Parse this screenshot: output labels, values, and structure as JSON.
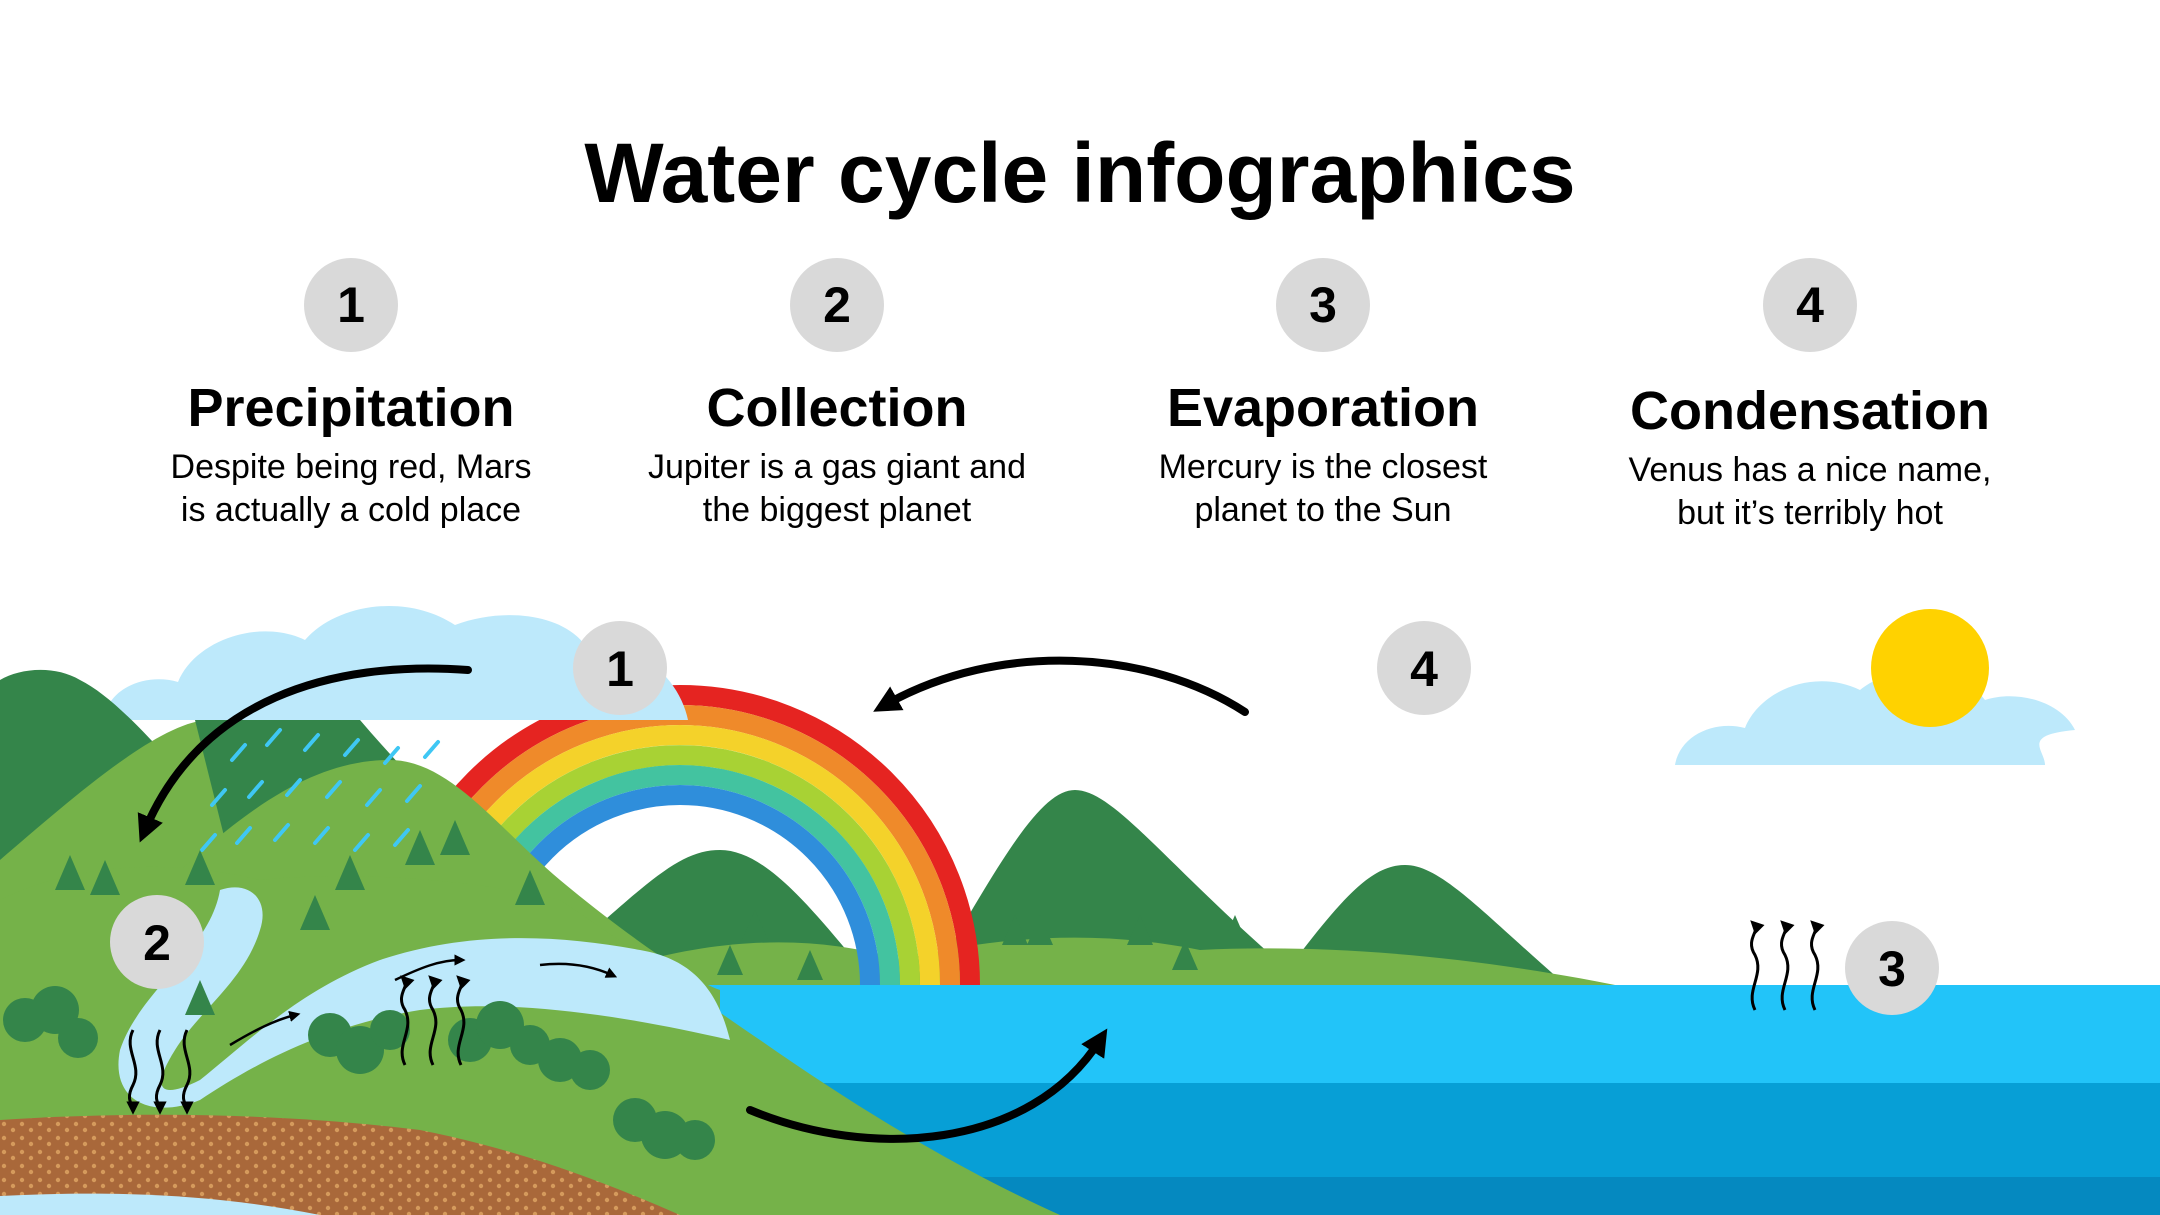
{
  "title": "Water cycle infographics",
  "steps": [
    {
      "number": "1",
      "title": "Precipitation",
      "desc_line1": "Despite being red, Mars",
      "desc_line2": "is actually a cold place"
    },
    {
      "number": "2",
      "title": "Collection",
      "desc_line1": "Jupiter is a gas giant and",
      "desc_line2": "the biggest planet"
    },
    {
      "number": "3",
      "title": "Evaporation",
      "desc_line1": "Mercury is the closest",
      "desc_line2": "planet to the Sun"
    },
    {
      "number": "4",
      "title": "Condensation",
      "desc_line1": "Venus has a nice name,",
      "desc_line2": "but it’s terribly hot"
    }
  ],
  "markers": {
    "precipitation": "1",
    "collection": "2",
    "evaporation": "3",
    "condensation": "4"
  },
  "colors": {
    "badge": "#d9d9d9",
    "sky_cloud": "#bde9fb",
    "sun": "#ffd200",
    "dark_green": "#34854a",
    "light_green": "#75b249",
    "sea_top": "#22c4f9",
    "sea_mid": "#079fd6",
    "sea_deep": "#0589c0",
    "soil": "#a9683a",
    "rainbow": [
      "#e52421",
      "#ef8a2a",
      "#f4d22a",
      "#a8d234",
      "#43c3a0",
      "#2f8edb"
    ]
  }
}
